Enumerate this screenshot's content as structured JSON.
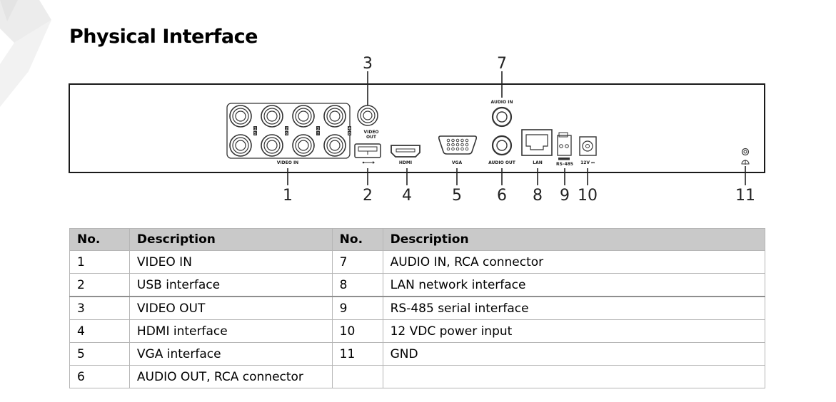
{
  "page": {
    "title": "Physical Interface"
  },
  "diagram": {
    "port_labels": {
      "video_in": "VIDEO IN",
      "video_out_line1": "VIDEO",
      "video_out_line2": "OUT",
      "hdmi": "HDMI",
      "vga": "VGA",
      "audio_in": "AUDIO IN",
      "audio_out": "AUDIO OUT",
      "lan": "LAN",
      "rs485": "RS-485",
      "power": "12V ⎓"
    },
    "channel_numbers": [
      [
        "1",
        "5"
      ],
      [
        "2",
        "6"
      ],
      [
        "3",
        "7"
      ],
      [
        "4",
        "8"
      ]
    ],
    "callouts": {
      "c1": "1",
      "c2": "2",
      "c3": "3",
      "c4": "4",
      "c5": "5",
      "c6": "6",
      "c7": "7",
      "c8": "8",
      "c9": "9",
      "c10": "10",
      "c11": "11"
    }
  },
  "table": {
    "headers": [
      "No.",
      "Description",
      "No.",
      "Description"
    ],
    "rows": [
      {
        "no_left": "1",
        "desc_left": "VIDEO IN",
        "no_right": "7",
        "desc_right": "AUDIO IN, RCA connector"
      },
      {
        "no_left": "2",
        "desc_left": "USB interface",
        "no_right": "8",
        "desc_right": "LAN network interface"
      },
      {
        "no_left": "3",
        "desc_left": "VIDEO OUT",
        "no_right": "9",
        "desc_right": "RS-485 serial interface"
      },
      {
        "no_left": "4",
        "desc_left": "HDMI interface",
        "no_right": "10",
        "desc_right": "12 VDC power input"
      },
      {
        "no_left": "5",
        "desc_left": "VGA interface",
        "no_right": "11",
        "desc_right": "GND"
      },
      {
        "no_left": "6",
        "desc_left": "AUDIO OUT, RCA connector",
        "no_right": "",
        "desc_right": ""
      }
    ]
  }
}
